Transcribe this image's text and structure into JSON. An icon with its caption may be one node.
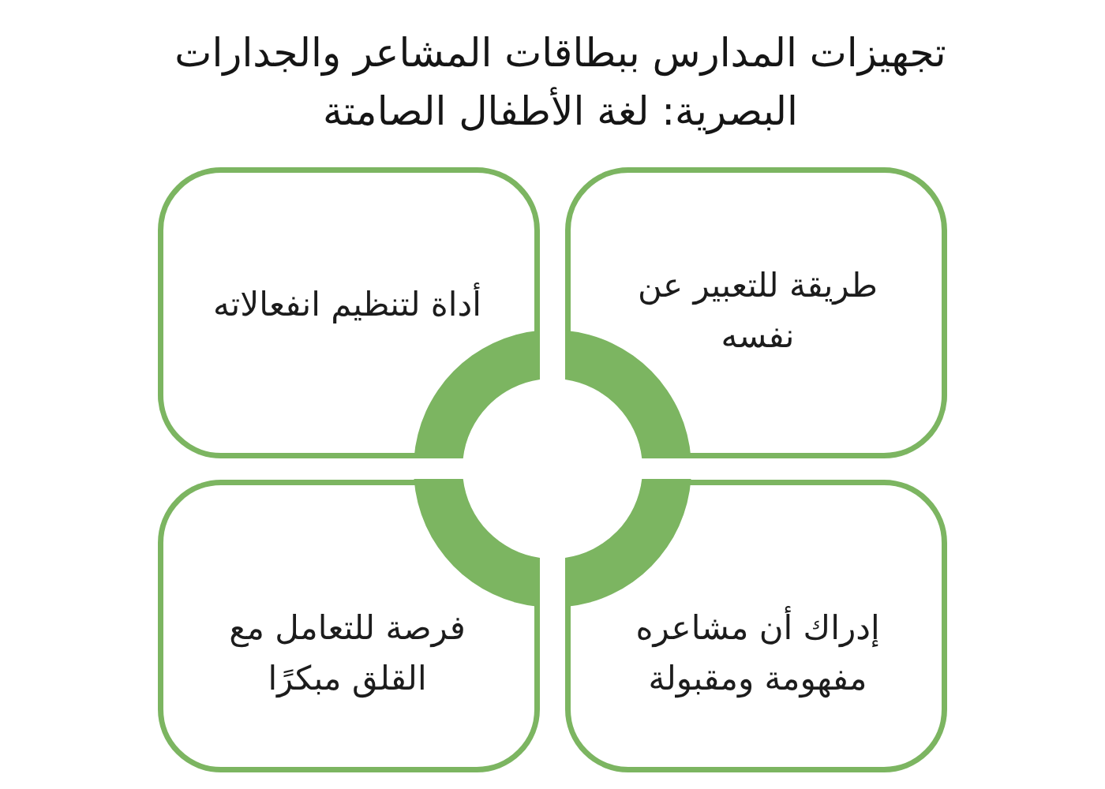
{
  "diagram": {
    "title": "تجهيزات المدارس ببطاقات المشاعر والجدارات البصرية: لغة الأطفال الصامتة",
    "nodes": [
      {
        "text": [
          "طريقة للتعبير عن نفسه"
        ]
      },
      {
        "text": [
          "أداة لتنظيم انفعالاته"
        ]
      },
      {
        "text": [
          "إدراك أن مشاعره مفهومة ومقبولة"
        ]
      },
      {
        "text": [
          "فرصة للتعامل مع القلق مبكرًا"
        ]
      }
    ]
  }
}
